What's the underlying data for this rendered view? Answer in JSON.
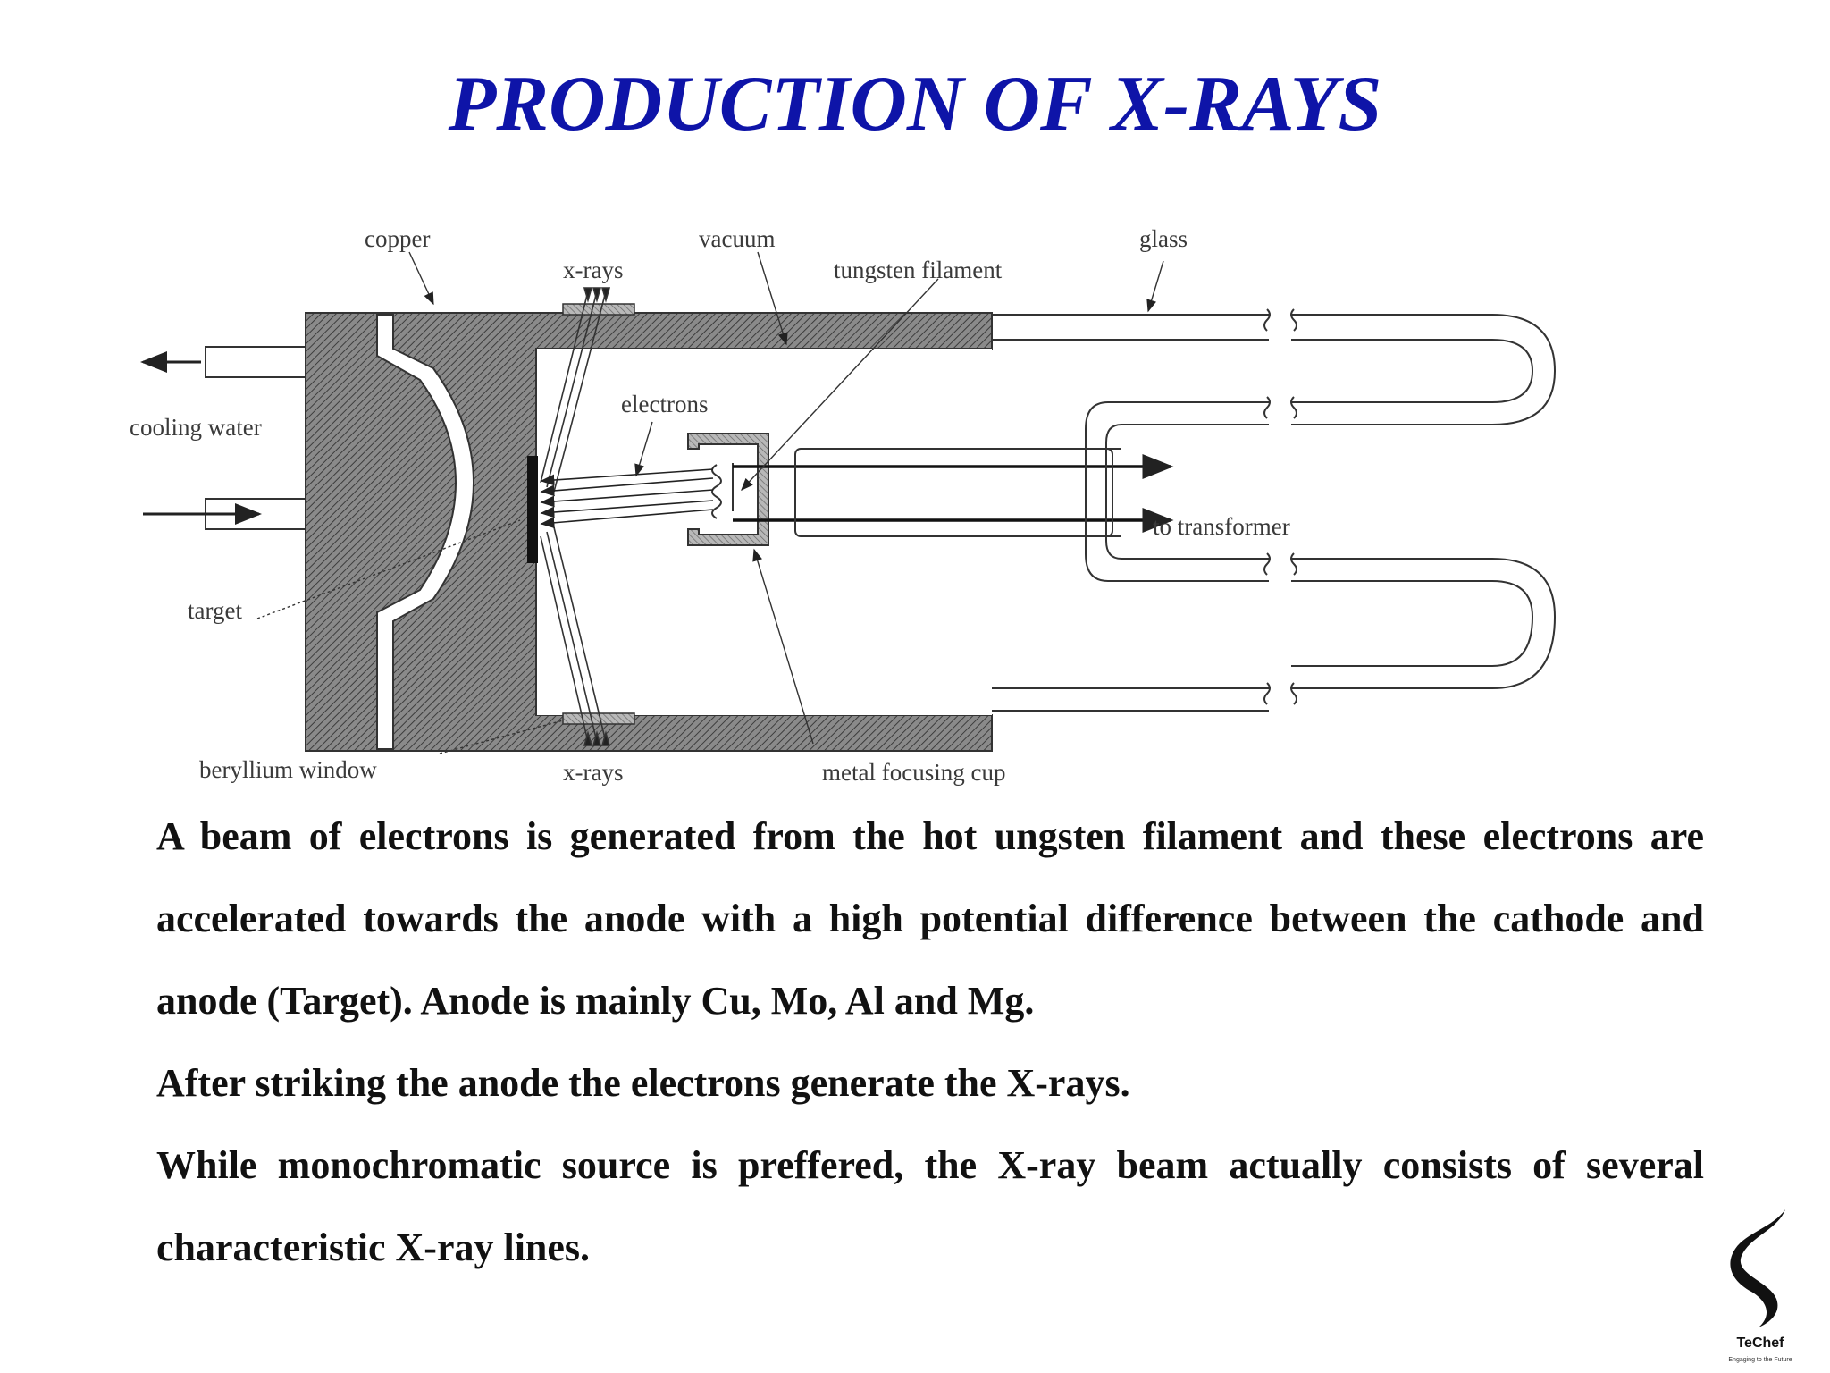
{
  "slide": {
    "title": "PRODUCTION OF X-RAYS",
    "title_color": "#0e14a8"
  },
  "diagram": {
    "labels": {
      "copper": "copper",
      "xrays_top": "x-rays",
      "vacuum": "vacuum",
      "tungsten_filament": "tungsten filament",
      "glass": "glass",
      "electrons": "electrons",
      "cooling_water": "cooling water",
      "to_transformer": "to transformer",
      "target": "target",
      "beryllium_window": "beryllium window",
      "xrays_bottom": "x-rays",
      "metal_focusing_cup": "metal focusing cup"
    }
  },
  "body": {
    "paragraph_1": "A beam of electrons is generated from the hot ungsten filament and these electrons are accelerated towards the anode with a high potential difference between the cathode and anode (Target). Anode is mainly Cu, Mo, Al and Mg.",
    "paragraph_2": "After striking the anode the electrons generate the X-rays.",
    "paragraph_3": "While monochromatic source is preffered, the X-ray beam actually consists of several characteristic X-ray lines."
  },
  "logo": {
    "name": "TeChef",
    "tagline": "Engaging to the Future"
  }
}
